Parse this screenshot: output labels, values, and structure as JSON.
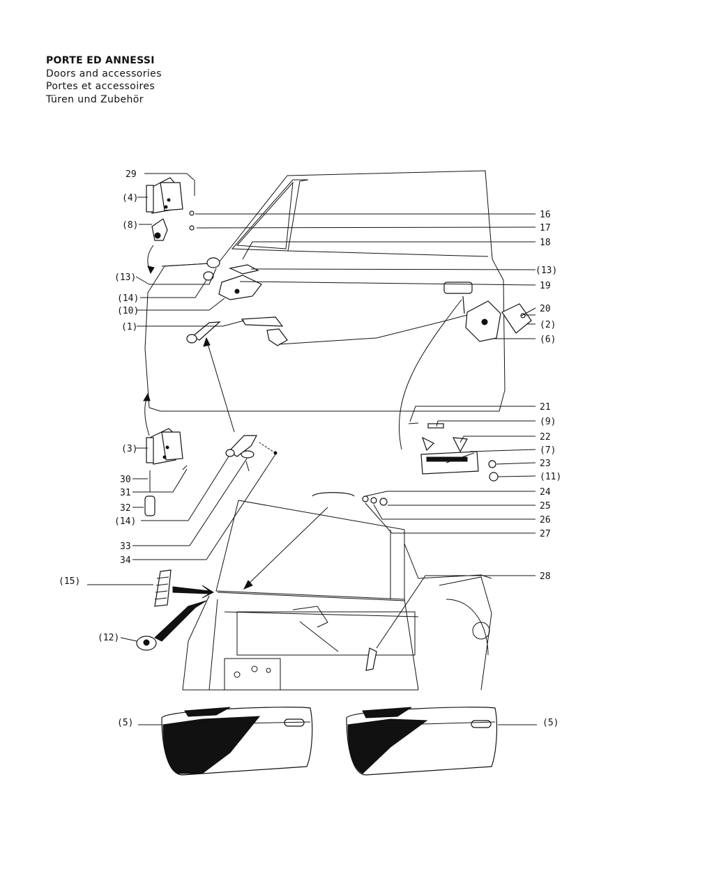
{
  "title": {
    "it": "PORTE ED ANNESSI",
    "en": "Doors and accessories",
    "fr": "Portes et accessoires",
    "de": "Türen und Zubehör"
  },
  "labels": {
    "l29": "29",
    "l4": "(4)",
    "l8": "(8)",
    "l16": "16",
    "l17": "17",
    "l18": "18",
    "l13a": "(13)",
    "l13b": "(13)",
    "l14a": "(14)",
    "l10": "(10)",
    "l19": "19",
    "l1": "(1)",
    "l20": "20",
    "l2": "(2)",
    "l6": "(6)",
    "l21": "21",
    "l9": "(9)",
    "l3": "(3)",
    "l22": "22",
    "l7": "(7)",
    "l23": "23",
    "l11": "(11)",
    "l30": "30",
    "l31": "31",
    "l32": "32",
    "l24": "24",
    "l25": "25",
    "l14b": "(14)",
    "l26": "26",
    "l33": "33",
    "l27": "27",
    "l34": "34",
    "l15": "(15)",
    "l28": "28",
    "l12": "(12)",
    "l5a": "(5)",
    "l5b": "(5)"
  }
}
